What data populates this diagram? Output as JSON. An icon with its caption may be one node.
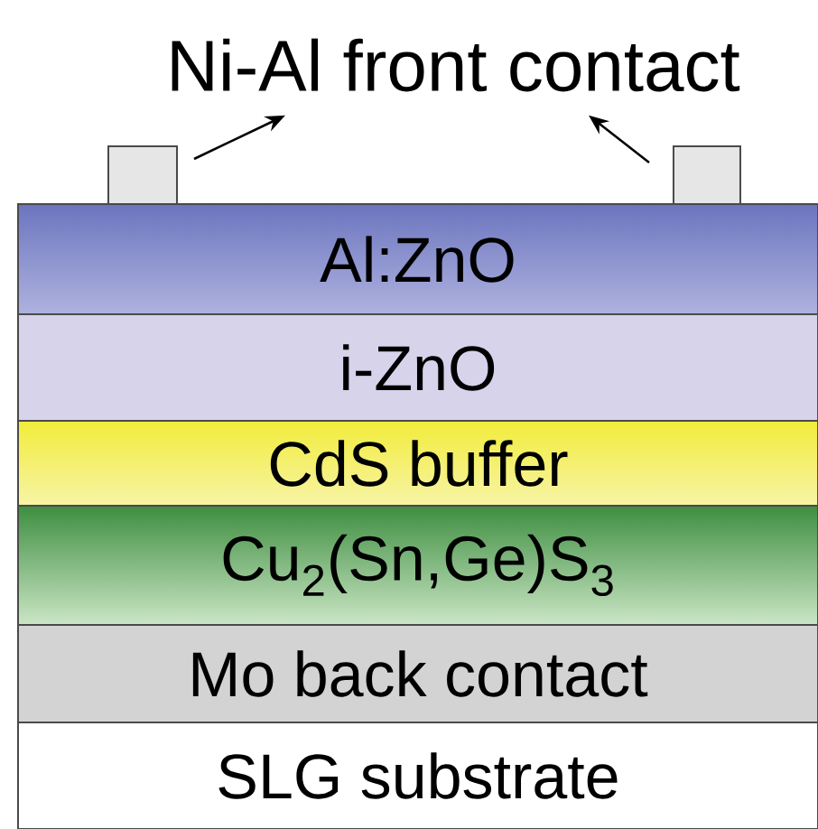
{
  "diagram": {
    "nodes": [
      {
        "text": [
          "Ni-Al front contact"
        ]
      },
      {
        "text": [],
        "shape": "box"
      },
      {
        "text": [],
        "shape": "box"
      },
      {
        "text": [
          "Al:ZnO"
        ]
      },
      {
        "text": [
          "i-ZnO"
        ]
      },
      {
        "text": [
          "CdS buffer"
        ]
      },
      {
        "text": [
          "Cu$_{2}$(Sn,Ge)S$_{3}$"
        ]
      },
      {
        "text": [
          "Mo back contact"
        ]
      },
      {
        "text": [
          "SLG substrate"
        ]
      }
    ],
    "edges": [
      {
        "from": 1,
        "to": 0,
        "arrow": "to"
      },
      {
        "from": 2,
        "to": 0,
        "arrow": "to"
      }
    ]
  }
}
